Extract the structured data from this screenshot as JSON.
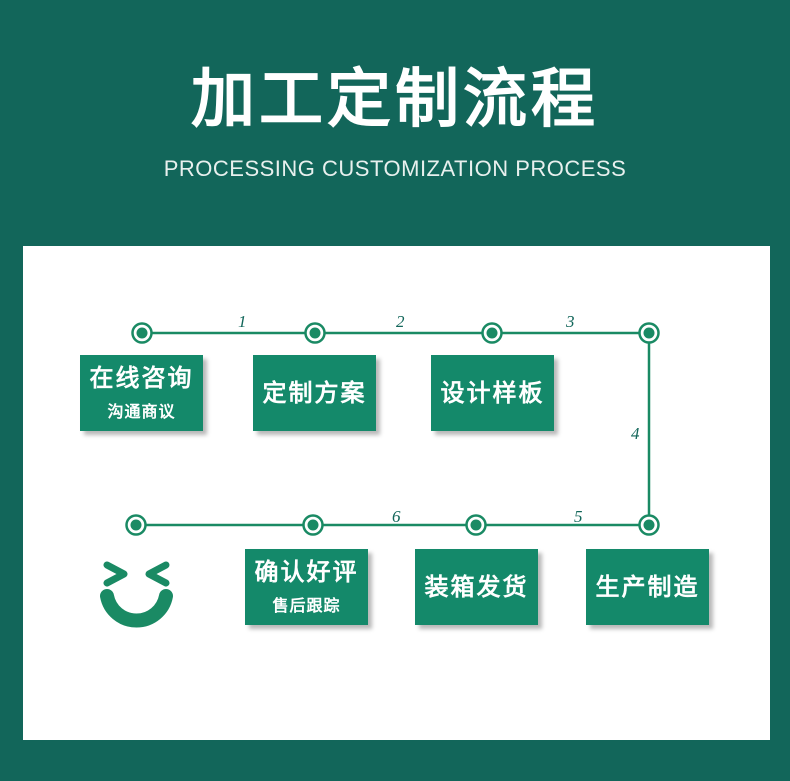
{
  "header": {
    "title": "加工定制流程",
    "subtitle": "PROCESSING CUSTOMIZATION PROCESS"
  },
  "colors": {
    "background": "#12665a",
    "box": "#14896a",
    "line": "#1a8a64",
    "panel": "#ffffff"
  },
  "steps": [
    {
      "title": "在线咨询",
      "subtitle": "沟通商议"
    },
    {
      "title": "定制方案"
    },
    {
      "title": "设计样板"
    },
    {
      "title": "生产制造"
    },
    {
      "title": "装箱发货"
    },
    {
      "title": "确认好评",
      "subtitle": "售后跟踪"
    }
  ],
  "step_numbers": [
    "1",
    "2",
    "3",
    "4",
    "5",
    "6"
  ],
  "smiley_icon": "smiley-face-icon"
}
